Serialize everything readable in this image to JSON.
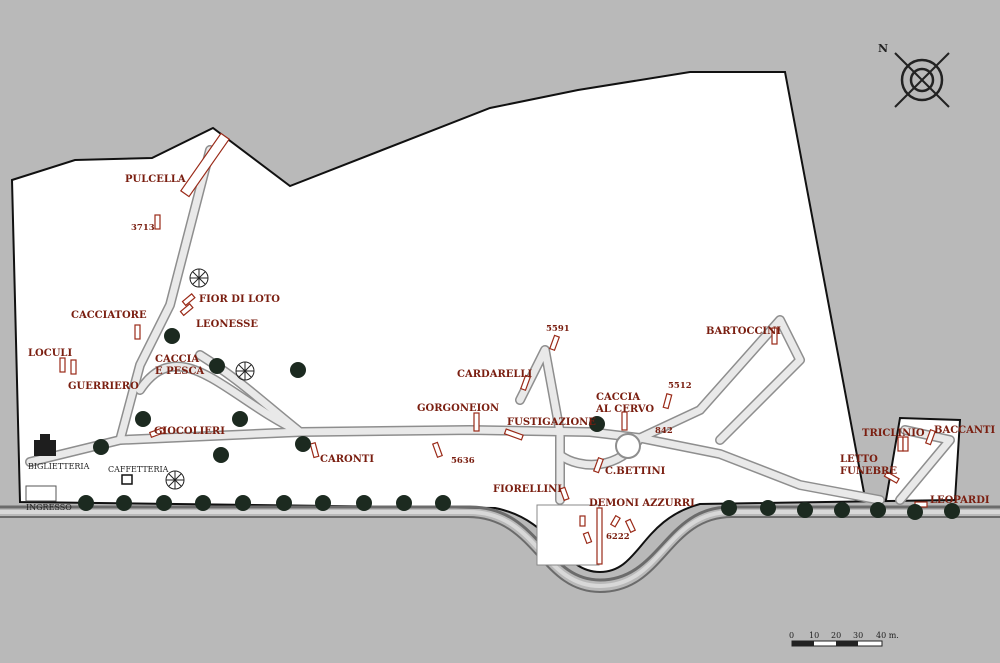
{
  "compass": {
    "north_label": "N"
  },
  "scale": {
    "ticks": [
      "0",
      "10",
      "20",
      "30",
      "40 m."
    ]
  },
  "labels": {
    "pulcella": "PULCELLA",
    "n3713": "3713",
    "fior_di_loto": "FIOR DI LOTO",
    "leonesse": "LEONESSE",
    "cacciatore": "CACCIATORE",
    "loculi": "LOCULI",
    "guerriero": "GUERRIERO",
    "caccia_pesca_1": "CACCIA",
    "caccia_pesca_2": "E PESCA",
    "giocolieri": "GIOCOLIERI",
    "caronti": "CARONTI",
    "biglietteria": "BIGLIETTERIA",
    "caffetteria": "CAFFETTERIA",
    "ingresso": "INGRESSO",
    "n5591": "5591",
    "cardarelli": "CARDARELLI",
    "gorgoneion": "GORGONEION",
    "fustigazione": "FUSTIGAZIONE",
    "n5636": "5636",
    "caccia_cervo_1": "CACCIA",
    "caccia_cervo_2": "AL CERVO",
    "n5512": "5512",
    "n842": "842",
    "bartoccini": "BARTOCCINI",
    "c_bettini": "C.BETTINI",
    "fiorellini": "FIORELLINI",
    "demoni_azzurri": "DEMONI AZZURRI",
    "n6222": "6222",
    "triclinio": "TRICLINIO",
    "baccanti": "BACCANTI",
    "letto_funebre_1": "LETTO",
    "letto_funebre_2": "FUNEBRE",
    "leopardi": "LEOPARDI"
  }
}
